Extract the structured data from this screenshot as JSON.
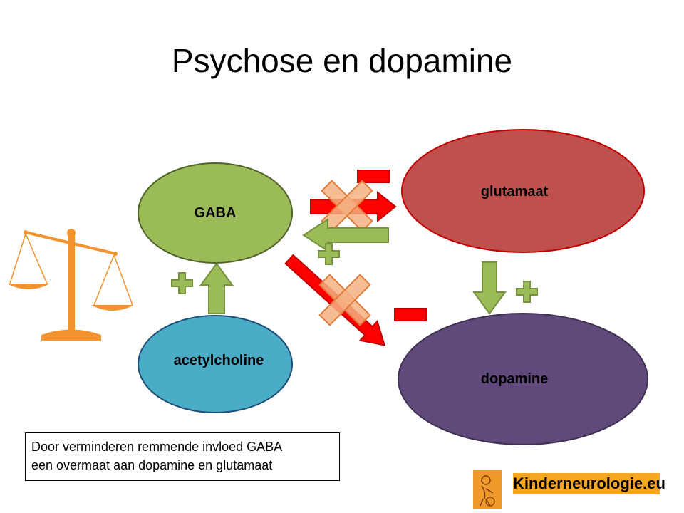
{
  "title": "Psychose en dopamine",
  "nodes": {
    "gaba": "GABA",
    "glutamaat": "glutamaat",
    "acetylcholine": "acetylcholine",
    "dopamine": "dopamine"
  },
  "caption": {
    "line1": "Door verminderen remmende invloed GABA",
    "line2": "een overmaat aan dopamine en glutamaat"
  },
  "logo": {
    "text": "Kinderneurologie.eu"
  },
  "colors": {
    "gaba": "#9bbb59",
    "glutamaat": "#c0504d",
    "acetylcholine": "#4bacc6",
    "dopamine": "#604a7b",
    "stimulate": "#8dc63f",
    "inhibit": "#ff0000",
    "cross": "#f4b183",
    "scale": "#f4922d",
    "logo": "#f5a623"
  },
  "icons": [
    "balance-scale-icon",
    "plus-icon",
    "minus-icon",
    "cross-icon"
  ]
}
